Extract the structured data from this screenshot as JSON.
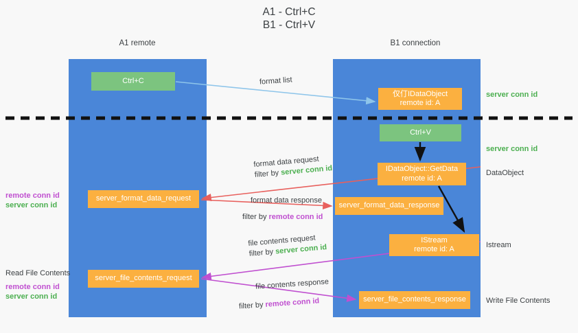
{
  "title": "A1 - Ctrl+C\nB1 - Ctrl+V",
  "lanes": {
    "left": {
      "name": "A1",
      "role": "remote",
      "header": "A1\nremote"
    },
    "right": {
      "name": "B1",
      "role": "connection",
      "header": "B1\nconnection"
    }
  },
  "nodes": {
    "ctrl_c": {
      "label": "Ctrl+C",
      "color": "#7cc47f"
    },
    "idataobject": {
      "label": "仅仃IDataObject\nremote id: A",
      "color": "#fbb040"
    },
    "ctrl_v": {
      "label": "Ctrl+V",
      "color": "#7cc47f"
    },
    "getdata": {
      "label": "IDataObject::GetData\nremote id: A",
      "color": "#fbb040"
    },
    "format_data_request": {
      "label": "server_format_data_request",
      "color": "#fbb040"
    },
    "format_data_response": {
      "label": "server_format_data_response",
      "color": "#fbb040"
    },
    "istream": {
      "label": "IStream\nremote id: A",
      "color": "#fbb040"
    },
    "file_contents_request": {
      "label": "server_file_contents_request",
      "color": "#fbb040"
    },
    "file_contents_response": {
      "label": "server_file_contents_response",
      "color": "#fbb040"
    }
  },
  "edges": {
    "format_list": {
      "label": "format list",
      "color": "#8ec5ea"
    },
    "format_data_request": {
      "label": "format data request",
      "filter_prefix": "filter by ",
      "filter_key": "server conn id",
      "color": "#e8605d"
    },
    "format_data_response": {
      "label": "format data response",
      "filter_prefix": "filter by ",
      "filter_key": "remote conn id",
      "color": "#e8605d"
    },
    "file_contents_request": {
      "label": "file contents request",
      "filter_prefix": "filter by ",
      "filter_key": "server conn id",
      "color": "#c050d0"
    },
    "file_contents_response": {
      "label": "file contents response",
      "filter_prefix": "filter by ",
      "filter_key": "remote conn id",
      "color": "#c050d0"
    }
  },
  "side_labels": {
    "left": {
      "remote_conn_id": "remote conn id",
      "server_conn_id": "server conn id",
      "read_file_contents": "Read File Contents"
    },
    "right": {
      "server_conn_id_top": "server conn id",
      "server_conn_id_mid": "server conn id",
      "dataobject": "DataObject",
      "istream": "Istream",
      "write_file_contents": "Write File Contents"
    }
  },
  "colors": {
    "lane": "#4a86d8",
    "node_orange": "#fbb040",
    "node_green": "#7cc47f",
    "server_conn_id": "#4caf50",
    "remote_conn_id": "#c050d0",
    "red_arrow": "#e8605d",
    "blue_arrow": "#8ec5ea",
    "divider": "#111111",
    "background": "#f8f8f8"
  }
}
